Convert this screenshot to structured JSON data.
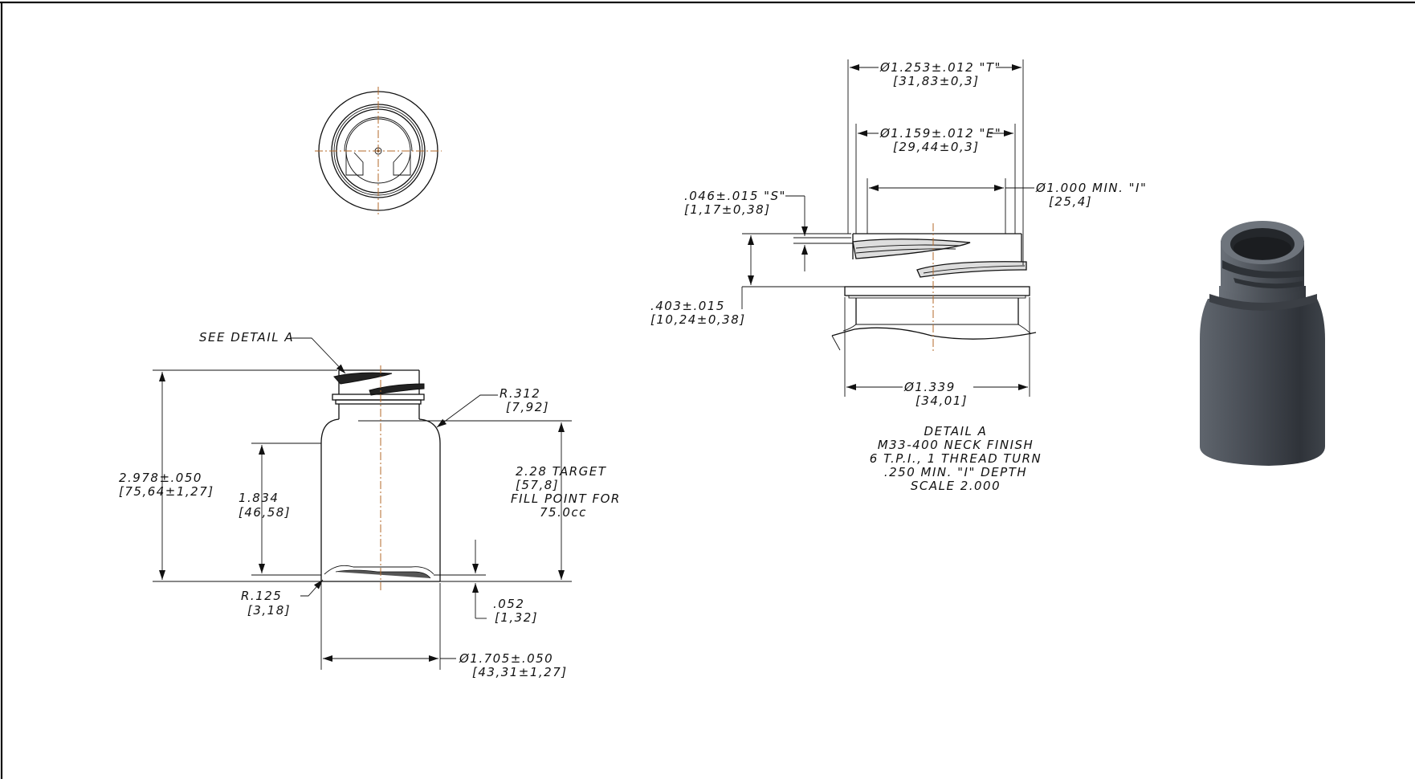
{
  "drawing": {
    "total_height": {
      "in": "2.978±.050",
      "mm": "[75,64±1,27]"
    },
    "body_height": {
      "in": "1.834",
      "mm": "[46,58]"
    },
    "see_detail": "SEE DETAIL  A",
    "shoulder_radius": {
      "in": "R.312",
      "mm": "[7,92]"
    },
    "fill_point": {
      "line1": "2.28   TARGET",
      "line2": "[57,8]",
      "line3": "FILL POINT FOR",
      "line4": "75.0cc"
    },
    "base_radius": {
      "in": "R.125",
      "mm": "[3,18]"
    },
    "base_push": {
      "in": ".052",
      "mm": "[1,32]"
    },
    "body_diameter": {
      "in": "Ø1.705±.050",
      "mm": "[43,31±1,27]"
    }
  },
  "detail": {
    "t_dim": {
      "in": "Ø1.253±.012 \"T\"",
      "mm": "[31,83±0,3]"
    },
    "e_dim": {
      "in": "Ø1.159±.012 \"E\"",
      "mm": "[29,44±0,3]"
    },
    "i_dim": {
      "in": "Ø1.000 MIN. \"I\"",
      "mm": "[25,4]"
    },
    "s_dim": {
      "in": ".046±.015  \"S\"",
      "mm": "[1,17±0,38]"
    },
    "h_dim": {
      "in": ".403±.015",
      "mm": "[10,24±0,38]"
    },
    "flange_dim": {
      "in": "Ø1.339",
      "mm": "[34,01]"
    },
    "notes": [
      "DETAIL  A",
      "M33-400 NECK FINISH",
      "6 T.P.I., 1 THREAD TURN",
      ".250 MIN. \"I\" DEPTH",
      "SCALE  2.000"
    ]
  },
  "colors": {
    "line": "#111111",
    "centerline": "#b36a2a",
    "bottle_dark": "#3c4047",
    "bottle_mid": "#5d636b"
  }
}
